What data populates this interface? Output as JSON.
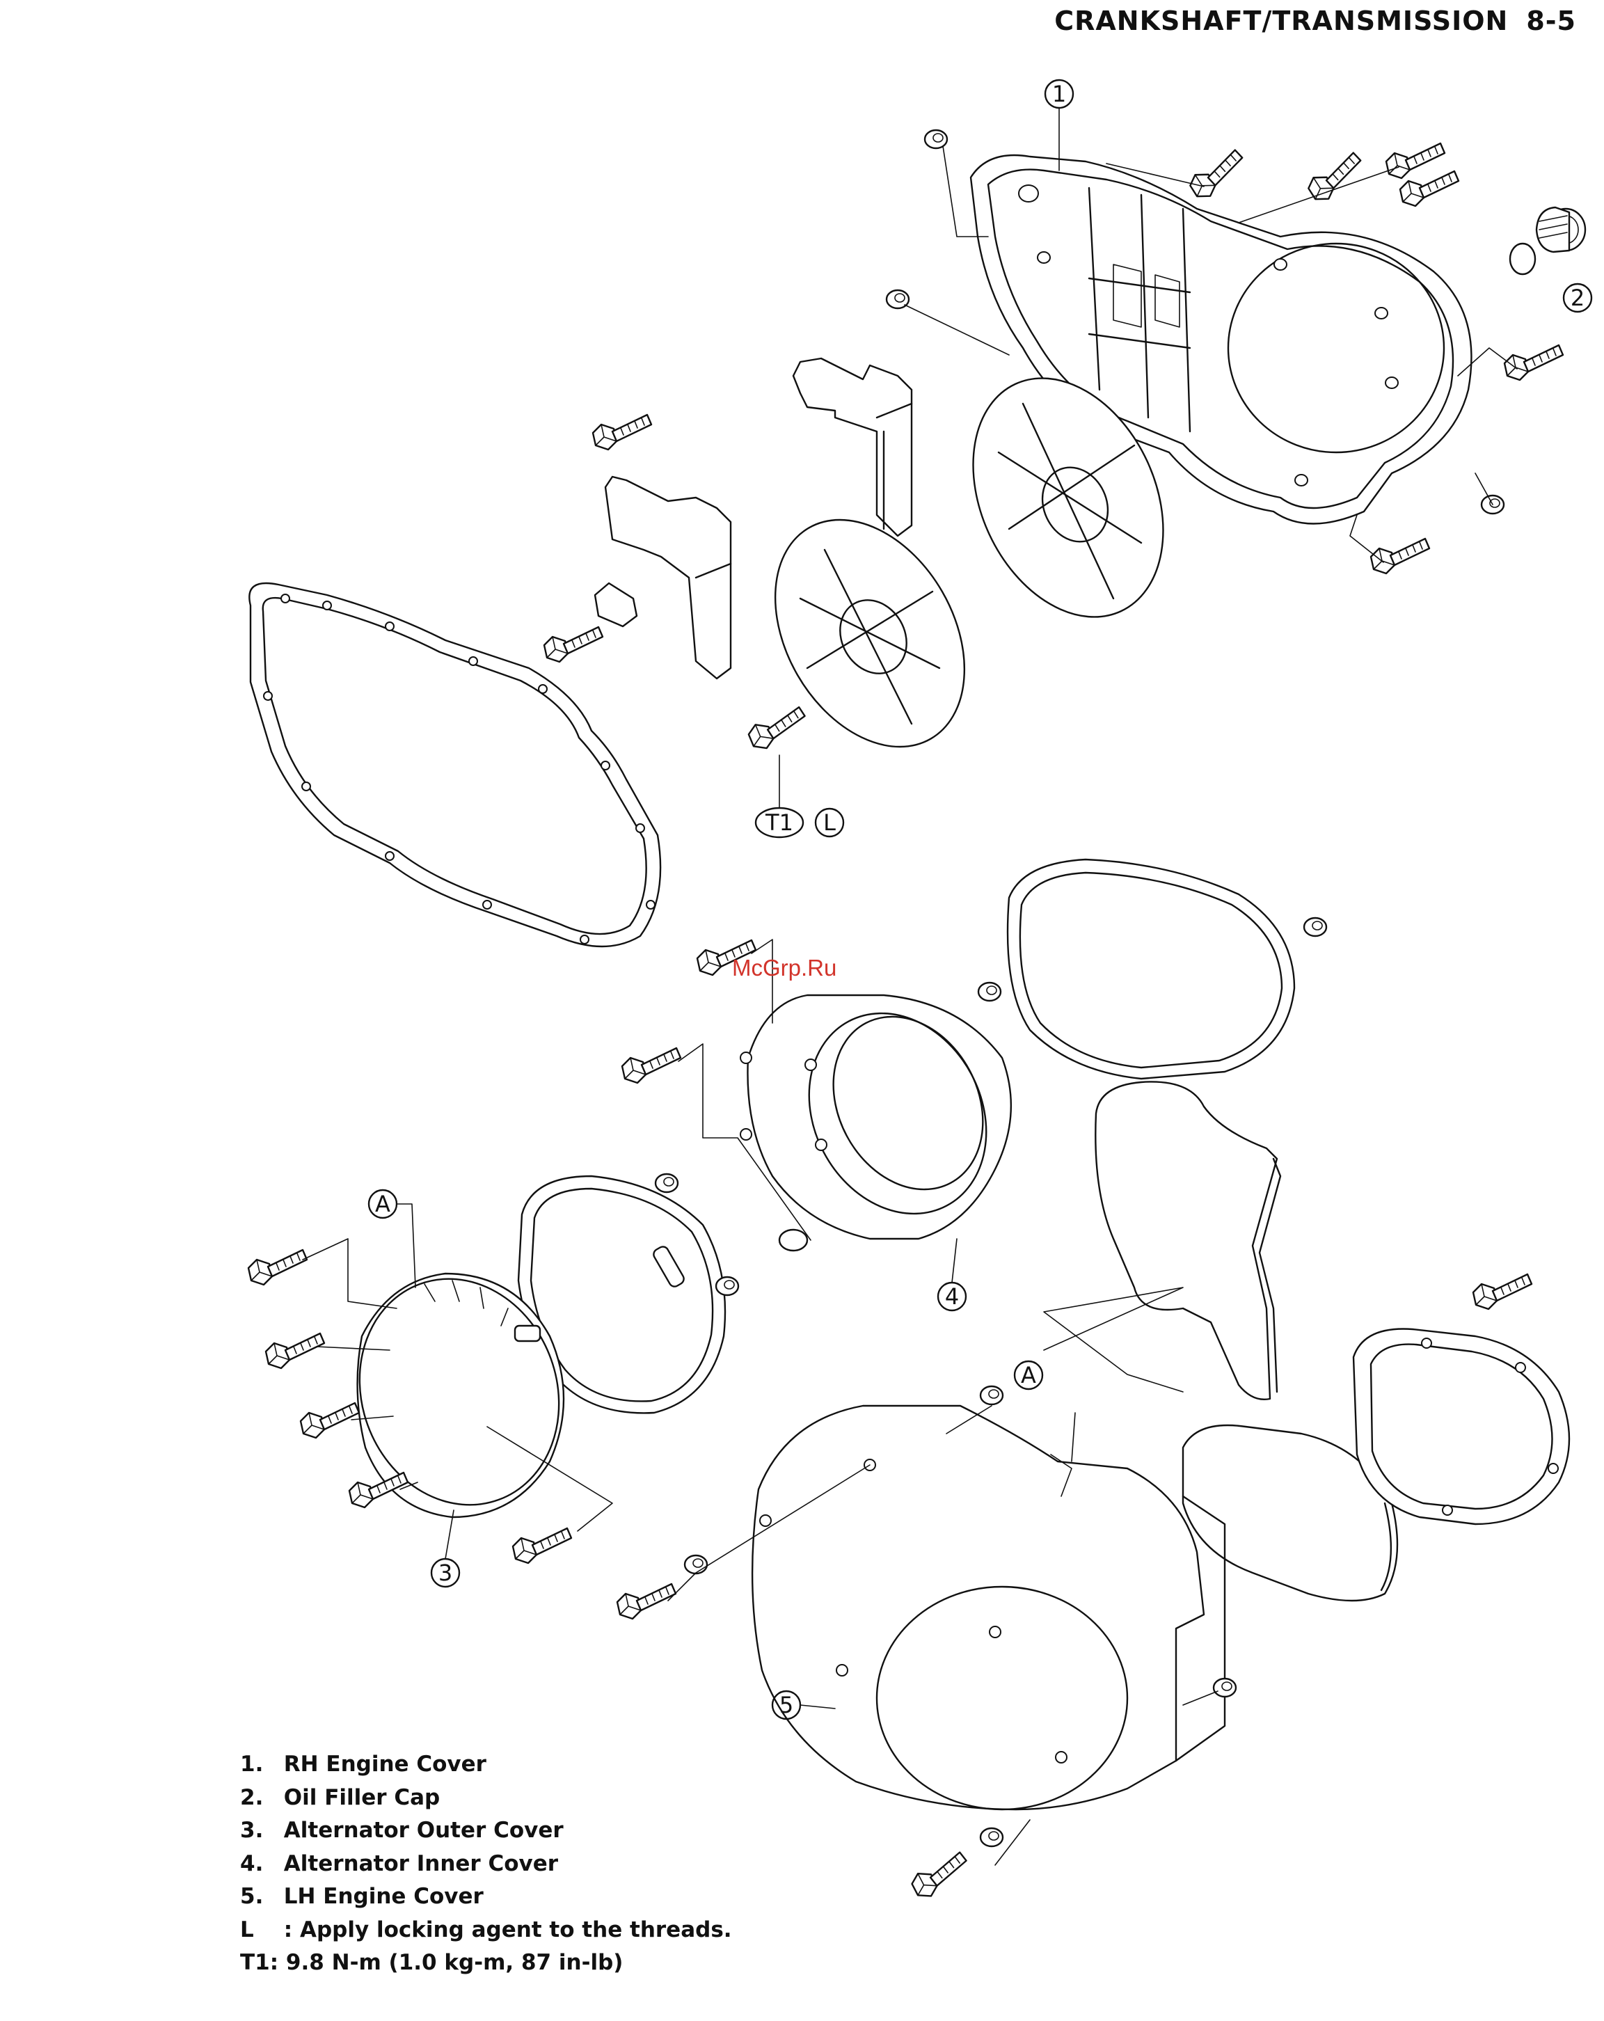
{
  "header": {
    "section": "CRANKSHAFT/TRANSMISSION",
    "page": "8-5"
  },
  "watermark": "McGrp.Ru",
  "callouts": {
    "c1": "1",
    "c2": "2",
    "c3": "3",
    "c4": "4",
    "c5": "5",
    "t1": "T1",
    "l": "L",
    "a_top": "A",
    "a_right": "A"
  },
  "legend": [
    {
      "key": "1.",
      "text": "RH Engine Cover"
    },
    {
      "key": "2.",
      "text": "Oil Filler Cap"
    },
    {
      "key": "3.",
      "text": "Alternator Outer Cover"
    },
    {
      "key": "4.",
      "text": "Alternator Inner Cover"
    },
    {
      "key": "5.",
      "text": "LH Engine Cover"
    },
    {
      "key": "L",
      "text": ": Apply locking agent to the threads."
    },
    {
      "key": "T1:",
      "text": "9.8 N-m (1.0 kg-m, 87 in-lb)"
    }
  ]
}
